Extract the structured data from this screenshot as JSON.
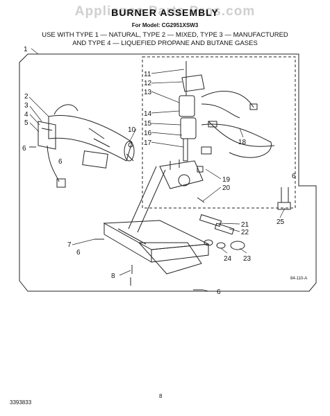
{
  "header": {
    "watermark": "Appliance Parts Pros.com",
    "title": "BURNER ASSEMBLY",
    "model_line": "For Model: CG2951XSW3",
    "use_line_1": "USE WITH TYPE 1 — NATURAL, TYPE 2 — MIXED, TYPE 3 — MANUFACTURED",
    "use_line_2": "AND TYPE 4 — LIQUEFIED PROPANE AND BUTANE GASES"
  },
  "footer": {
    "doc_number": "3393833",
    "page_number": "8",
    "diagram_code": "84-110-A"
  },
  "callouts": {
    "c1": "1",
    "c2": "2",
    "c3": "3",
    "c4": "4",
    "c5": "5",
    "c6a": "6",
    "c6b": "6",
    "c6c": "6",
    "c6d": "6",
    "c6e": "6",
    "c7": "7",
    "c8": "8",
    "c10": "10",
    "c11": "11",
    "c12": "12",
    "c13": "13",
    "c14": "14",
    "c15": "15",
    "c16": "16",
    "c17": "17",
    "c18": "18",
    "c19": "19",
    "c20": "20",
    "c21": "21",
    "c22": "22",
    "c23": "23",
    "c24": "24",
    "c25": "25"
  }
}
